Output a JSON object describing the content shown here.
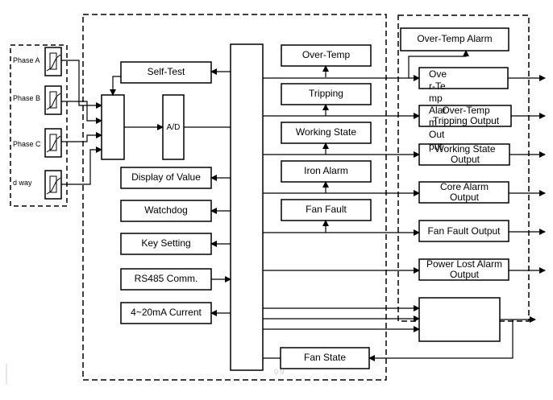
{
  "inputs": {
    "phase_a": "Phase A",
    "phase_b": "Phase B",
    "phase_c": "Phase C",
    "d_way": "d way"
  },
  "blocks": {
    "self_test": "Self-Test",
    "ad": "A/D",
    "display_of_value": "Display of Value",
    "watchdog": "Watchdog",
    "key_setting": "Key Setting",
    "rs485": "RS485 Comm.",
    "current_4_20": "4~20mA Current",
    "over_temp": "Over-Temp",
    "tripping": "Tripping",
    "working_state": "Working State",
    "iron_alarm": "Iron Alarm",
    "fan_fault": "Fan Fault",
    "fan_state": "Fan State"
  },
  "outputs": {
    "over_temp_alarm": "Over-Temp Alarm",
    "over_temp_alarm_out": "Ove r-Te mp Alar m Out put",
    "over_temp_tripping_out": "Over-Temp Tripping Output",
    "working_state_out": "Working State Output",
    "core_alarm_out": "Core Alarm Output",
    "fan_fault_out": "Fan Fault Output",
    "power_lost_out": "Power Lost Alarm Output"
  },
  "faint_mark": "0 9"
}
